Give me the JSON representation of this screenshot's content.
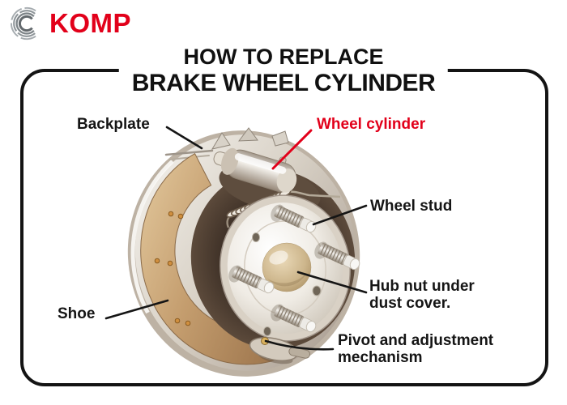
{
  "brand": {
    "name": "KOMP",
    "icon": "concentric-c-arcs",
    "color": "#e2001a"
  },
  "title": {
    "line1": "HOW TO REPLACE",
    "line2": "BRAKE WHEEL CYLINDER"
  },
  "diagram": {
    "subject": "drum-brake-assembly",
    "labels": {
      "backplate": "Backplate",
      "wheel_cylinder": "Wheel cylinder",
      "wheel_stud": "Wheel stud",
      "hub_nut": "Hub nut under dust cover.",
      "shoe": "Shoe",
      "pivot": "Pivot and adjustment mechanism"
    }
  },
  "colors": {
    "accent_red": "#e2001a",
    "text_black": "#151515",
    "frame_border": "#141414",
    "shoe_tan": "#c9a678",
    "metal_light": "#f0ede8",
    "metal_shadow": "#4e3e32",
    "hub_dome_gold": "#c9b48e"
  }
}
